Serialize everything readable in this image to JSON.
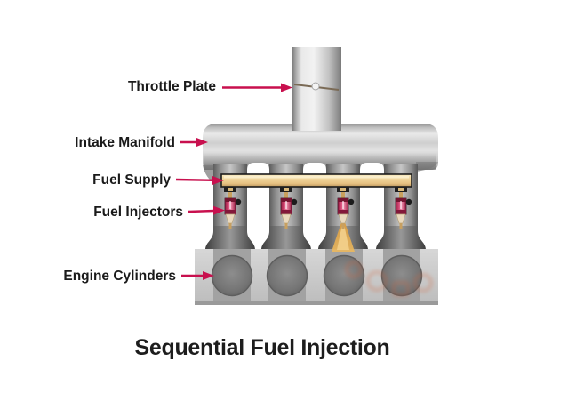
{
  "diagram": {
    "title": "Sequential Fuel Injection",
    "labels": [
      {
        "text": "Throttle Plate"
      },
      {
        "text": "Intake Manifold"
      },
      {
        "text": "Fuel Supply"
      },
      {
        "text": "Fuel Injectors"
      },
      {
        "text": "Engine Cylinders"
      }
    ],
    "colors": {
      "background": "#ffffff",
      "label_text": "#1a1a1a",
      "title_text": "#1d1d1d",
      "arrow": "#c8104e",
      "manifold_metal_light": "#ececec",
      "manifold_metal_dark": "#6f6f6f",
      "fuel_rail": "#f1d79e",
      "injector_body_pink": "#d94f7c",
      "injector_band_maroon": "#9c1b42",
      "nozzle_cream": "#ead9bd",
      "fuel_spray_orange": "#e0a344",
      "engine_block_light": "#cccccc",
      "engine_block_band": "#a0a0a0",
      "cylinder_gray": "#757575",
      "watermark_orange": "#d4633a"
    }
  }
}
